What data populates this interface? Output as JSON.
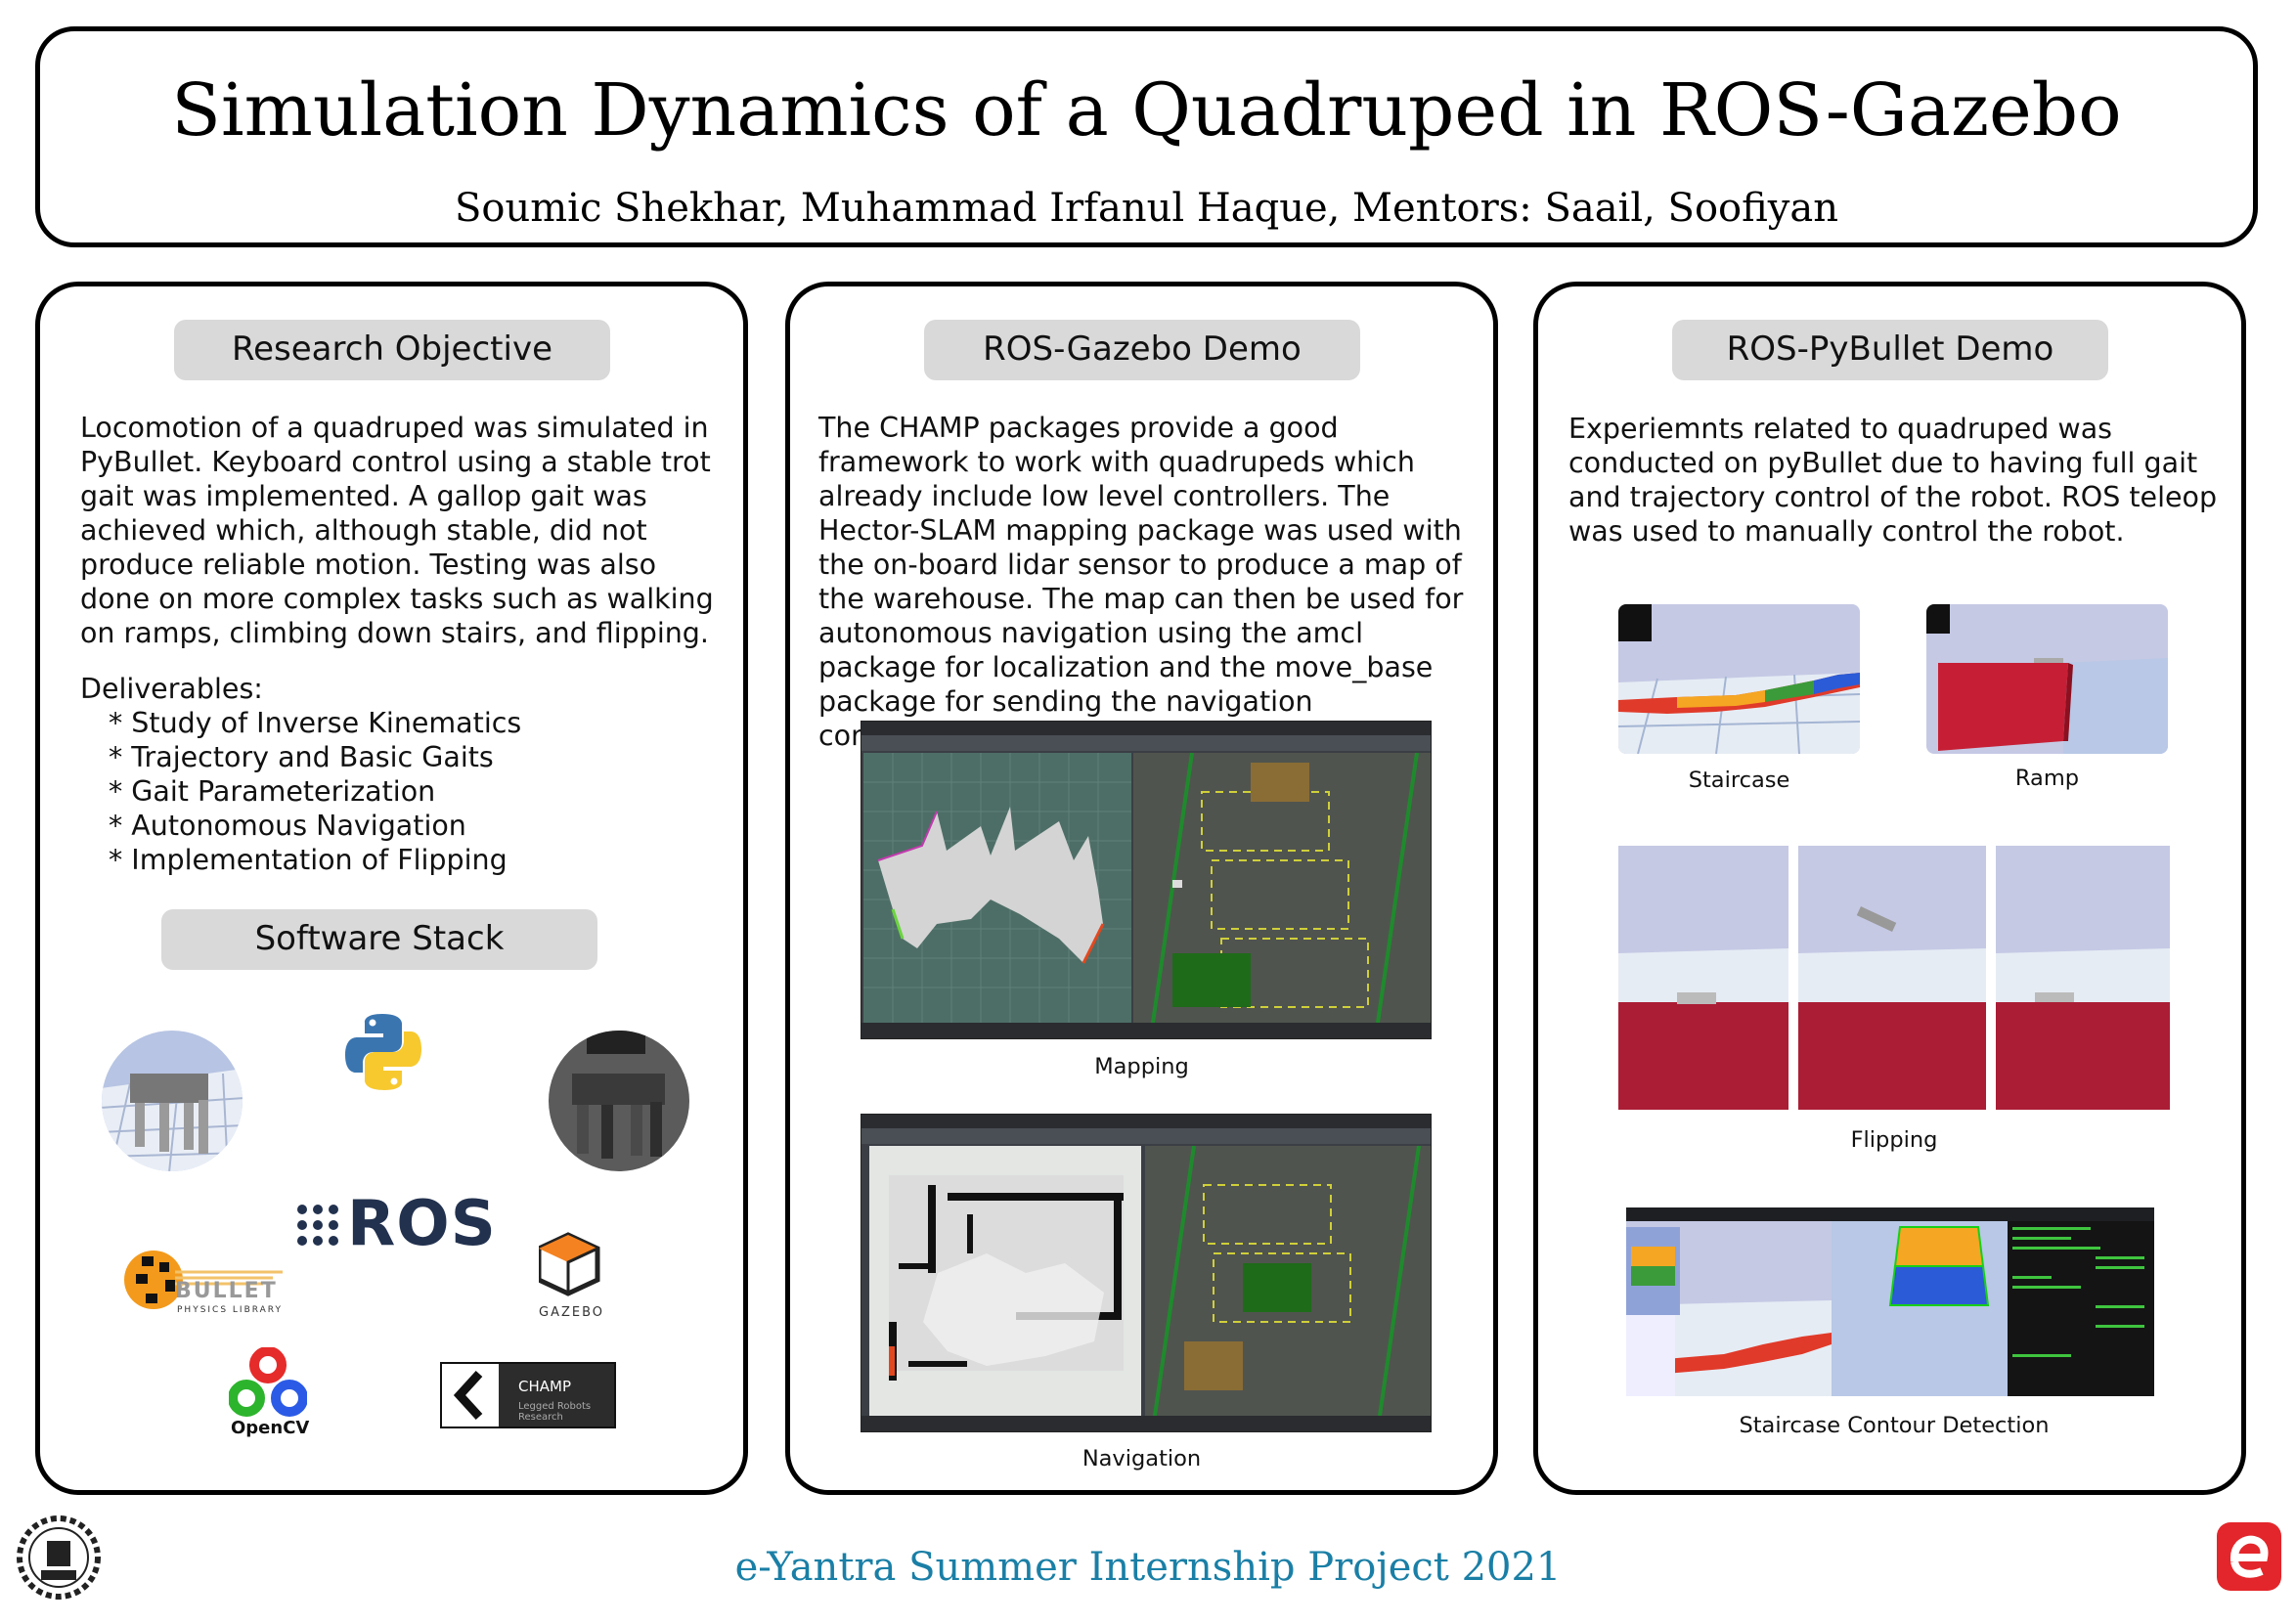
{
  "header": {
    "title": "Simulation Dynamics of a Quadruped in ROS-Gazebo",
    "authors": "Soumic Shekhar, Muhammad Irfanul Haque, Mentors: Saail, Soofiyan"
  },
  "col1": {
    "heading": "Research Objective",
    "paragraph": "Locomotion of a quadruped was simulated in PyBullet. Keyboard control using a stable trot gait was implemented. A gallop gait was achieved which, although stable, did not produce reliable motion. Testing was also done on more complex tasks such as walking on ramps, climbing down stairs, and flipping.",
    "deliverables_title": "Deliverables:",
    "deliverables": [
      "* Study of Inverse Kinematics",
      "* Trajectory and Basic Gaits",
      "* Gait Parameterization",
      "* Autonomous Navigation",
      "* Implementation of Flipping"
    ],
    "stack_heading": "Software Stack",
    "logos": {
      "ros": "ROS",
      "bullet": "BULLET",
      "bullet_sub": "PHYSICS LIBRARY",
      "gazebo": "GAZEBO",
      "opencv": "OpenCV",
      "champ": "CHAMP",
      "champ_sub": "Legged Robots Research"
    }
  },
  "col2": {
    "heading": "ROS-Gazebo Demo",
    "paragraph": "The CHAMP packages provide a good framework to work with quadrupeds which already include low level controllers. The Hector-SLAM mapping package was used with the on-board lidar sensor to produce a map of the warehouse. The map can then be used for autonomous navigation using the amcl package for localization and the move_base package for sending the navigation commands.",
    "caption_mapping": "Mapping",
    "caption_navigation": "Navigation"
  },
  "col3": {
    "heading": "ROS-PyBullet Demo",
    "paragraph": "Experiemnts related to quadruped was conducted on pyBullet due to having full gait and trajectory control of the robot. ROS teleop was used to manually control the robot.",
    "caption_staircase": "Staircase",
    "caption_ramp": "Ramp",
    "caption_flipping": "Flipping",
    "caption_contour": "Staircase Contour Detection"
  },
  "footer": {
    "text": "e-Yantra Summer Internship Project 2021"
  },
  "colors": {
    "footer_text": "#1a7fa6",
    "pill_bg": "#d9d9d9",
    "eyantra_red": "#e3262b"
  }
}
